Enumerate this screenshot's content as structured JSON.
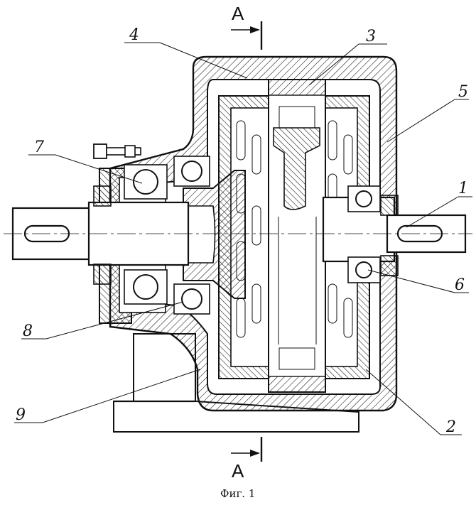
{
  "labels": {
    "l1": "1",
    "l2": "2",
    "l3": "3",
    "l4": "4",
    "l5": "5",
    "l6": "6",
    "l7": "7",
    "l8": "8",
    "l9": "9"
  },
  "section": {
    "top": "A",
    "bottom": "A"
  },
  "caption": "Фиг. 1"
}
